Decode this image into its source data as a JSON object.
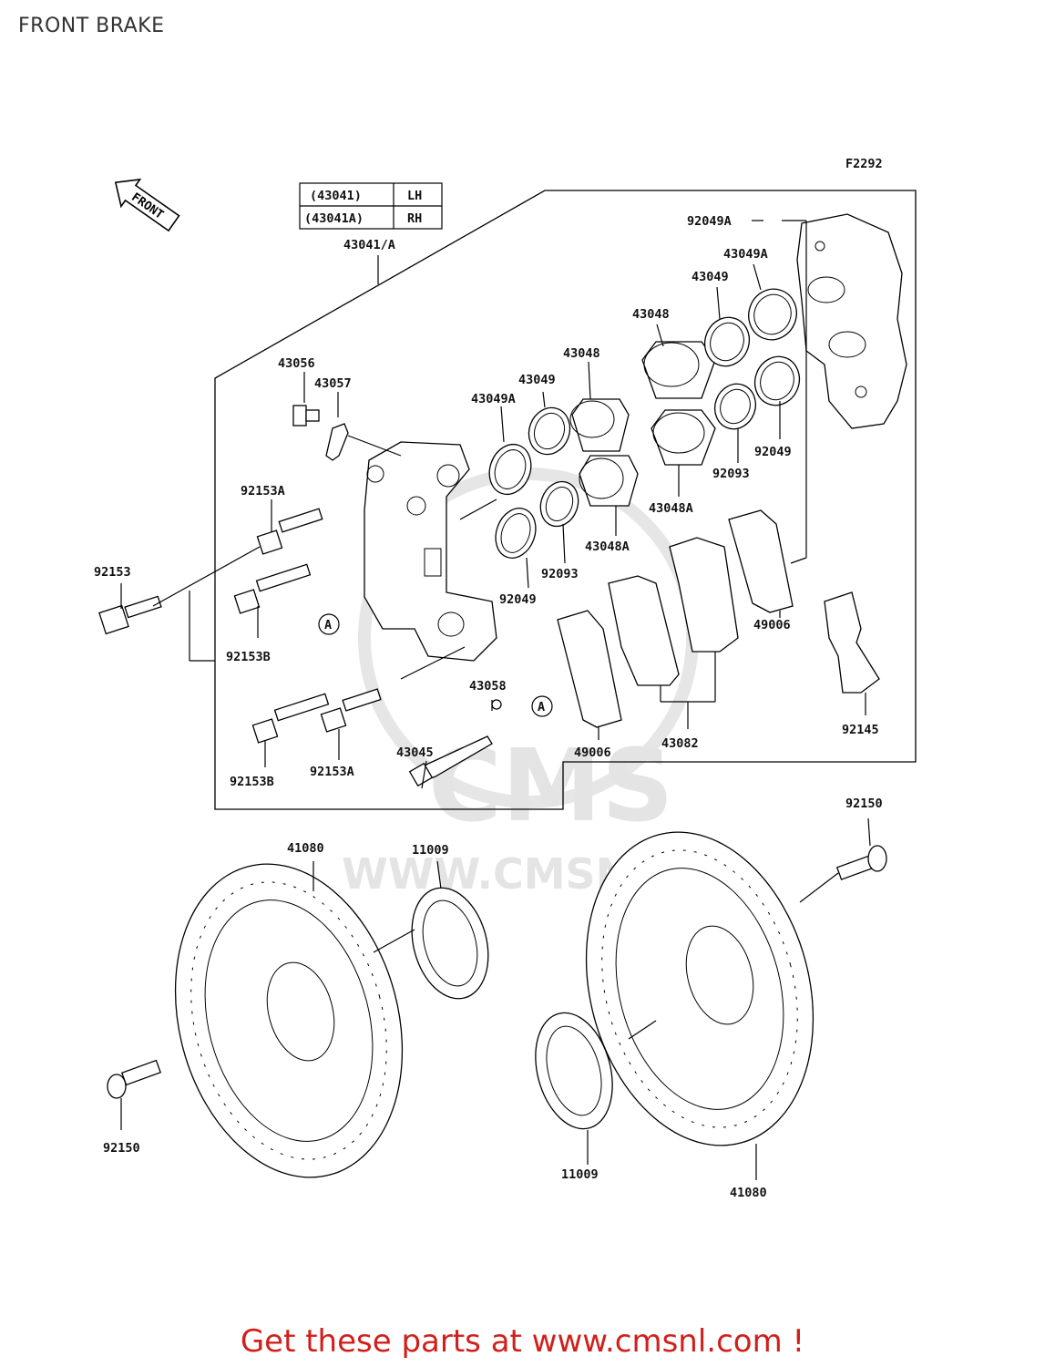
{
  "header": {
    "title": "FRONT BRAKE"
  },
  "figure_code": "F2292",
  "front_arrow_label": "FRONT",
  "assembly_table": {
    "rows": [
      {
        "part": "(43041)",
        "side": "LH"
      },
      {
        "part": "(43041A)",
        "side": "RH"
      }
    ],
    "assembly_label": "43041/A"
  },
  "ref_marker": "A",
  "watermark": {
    "brand": "CMS",
    "site": "WWW.CMSNL"
  },
  "parts": {
    "p92049A": "92049A",
    "p43049A_r": "43049A",
    "p43049_r": "43049",
    "p43048_r": "43048",
    "p43048_m": "43048",
    "p43049_m": "43049",
    "p43049A_m": "43049A",
    "p43056": "43056",
    "p43057": "43057",
    "p92049_r": "92049",
    "p92093_r": "92093",
    "p43048A_r": "43048A",
    "p92153A_t": "92153A",
    "p92153": "92153",
    "p43048A_m": "43048A",
    "p92093_m": "92093",
    "p92049_m": "92049",
    "p49006_r": "49006",
    "p92153B_t": "92153B",
    "p43058": "43058",
    "p43045": "43045",
    "p49006_l": "49006",
    "p43082": "43082",
    "p92145": "92145",
    "p92153B_b": "92153B",
    "p92153A_b": "92153A",
    "p92150_r": "92150",
    "p41080_l": "41080",
    "p11009_t": "11009",
    "p92150_l": "92150",
    "p11009_b": "11009",
    "p41080_r": "41080"
  },
  "footer": {
    "cta": "Get these parts at www.cmsnl.com !"
  }
}
